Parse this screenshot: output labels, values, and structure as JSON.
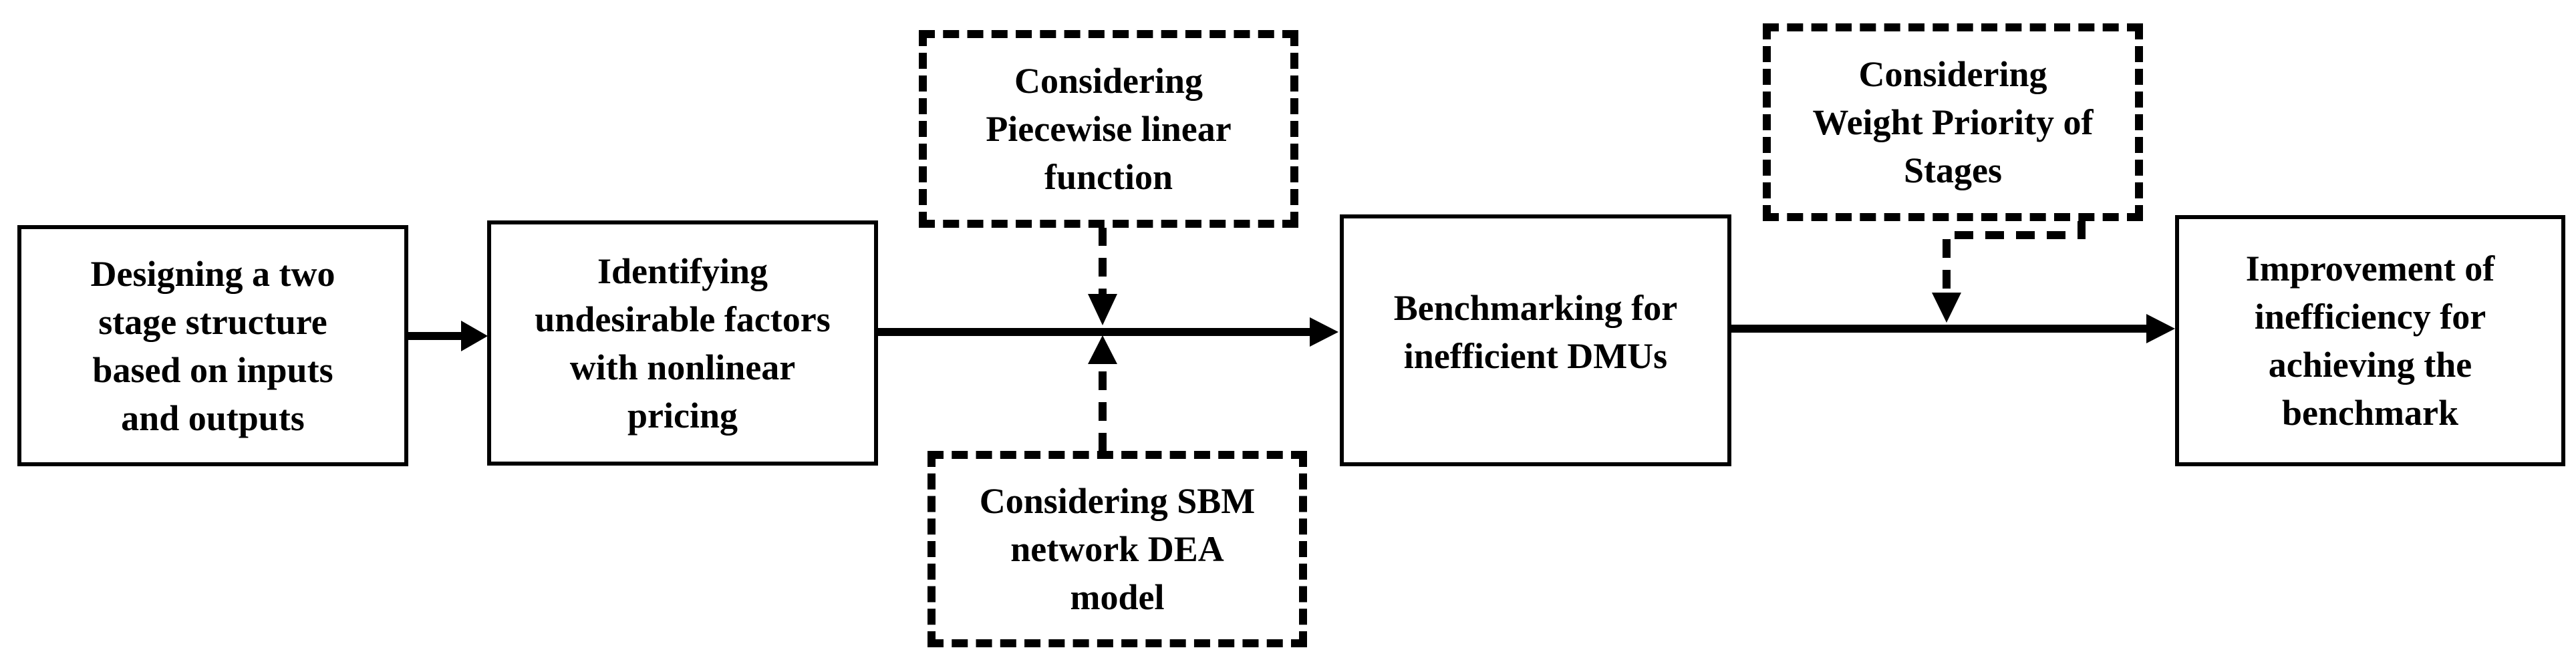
{
  "diagram": {
    "boxes": {
      "box1": {
        "lines": [
          "Designing a two",
          "stage structure",
          "based on inputs",
          "and outputs"
        ]
      },
      "box2": {
        "lines": [
          "Identifying",
          "undesirable factors",
          "with nonlinear",
          "pricing"
        ]
      },
      "box3": {
        "lines": [
          "Benchmarking for",
          "inefficient DMUs"
        ]
      },
      "box4": {
        "lines": [
          "Improvement of",
          "inefficiency for",
          "achieving the",
          "benchmark"
        ]
      },
      "dash_top1": {
        "lines": [
          "Considering",
          "Piecewise linear",
          "function"
        ]
      },
      "dash_bottom": {
        "lines": [
          "Considering SBM",
          "network DEA",
          "model"
        ]
      },
      "dash_top2": {
        "lines": [
          "Considering",
          "Weight Priority of",
          "Stages"
        ]
      }
    },
    "colors": {
      "stroke": "#000000",
      "background": "#ffffff"
    }
  }
}
